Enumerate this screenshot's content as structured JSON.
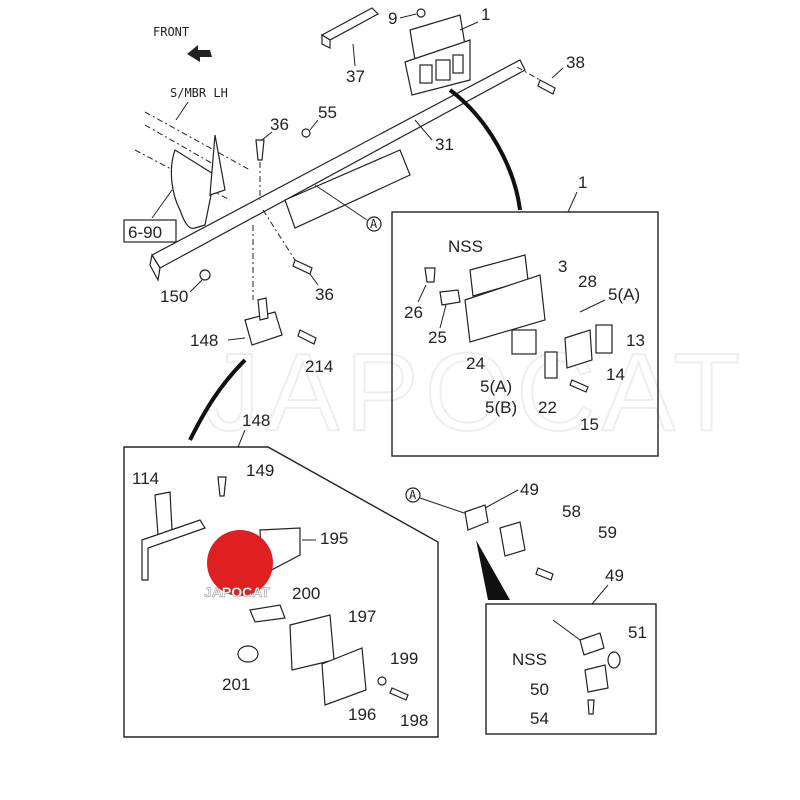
{
  "diagram": {
    "orientation_label": "FRONT",
    "member_label": "S/MBR LH",
    "ref_box_label": "6-90",
    "watermark_text": "JAPOCAT",
    "logo": {
      "text": "JAPOCAT",
      "color": "#e02020"
    },
    "ref_marker": "A",
    "main_callouts": [
      "9",
      "1",
      "37",
      "38",
      "36",
      "55",
      "31",
      "6-90",
      "150",
      "36",
      "148",
      "214"
    ],
    "detail_1": {
      "title": "1",
      "callouts": [
        "NSS",
        "3",
        "28",
        "5(A)",
        "26",
        "25",
        "13",
        "24",
        "14",
        "5(A)",
        "5(B)",
        "22",
        "15"
      ]
    },
    "detail_148": {
      "title": "148",
      "callouts": [
        "114",
        "149",
        "195",
        "200",
        "197",
        "199",
        "201",
        "196",
        "198"
      ]
    },
    "lamp_callouts": [
      "A",
      "49",
      "58",
      "59"
    ],
    "detail_49": {
      "title": "49",
      "callouts": [
        "51",
        "NSS",
        "50",
        "54"
      ]
    }
  }
}
